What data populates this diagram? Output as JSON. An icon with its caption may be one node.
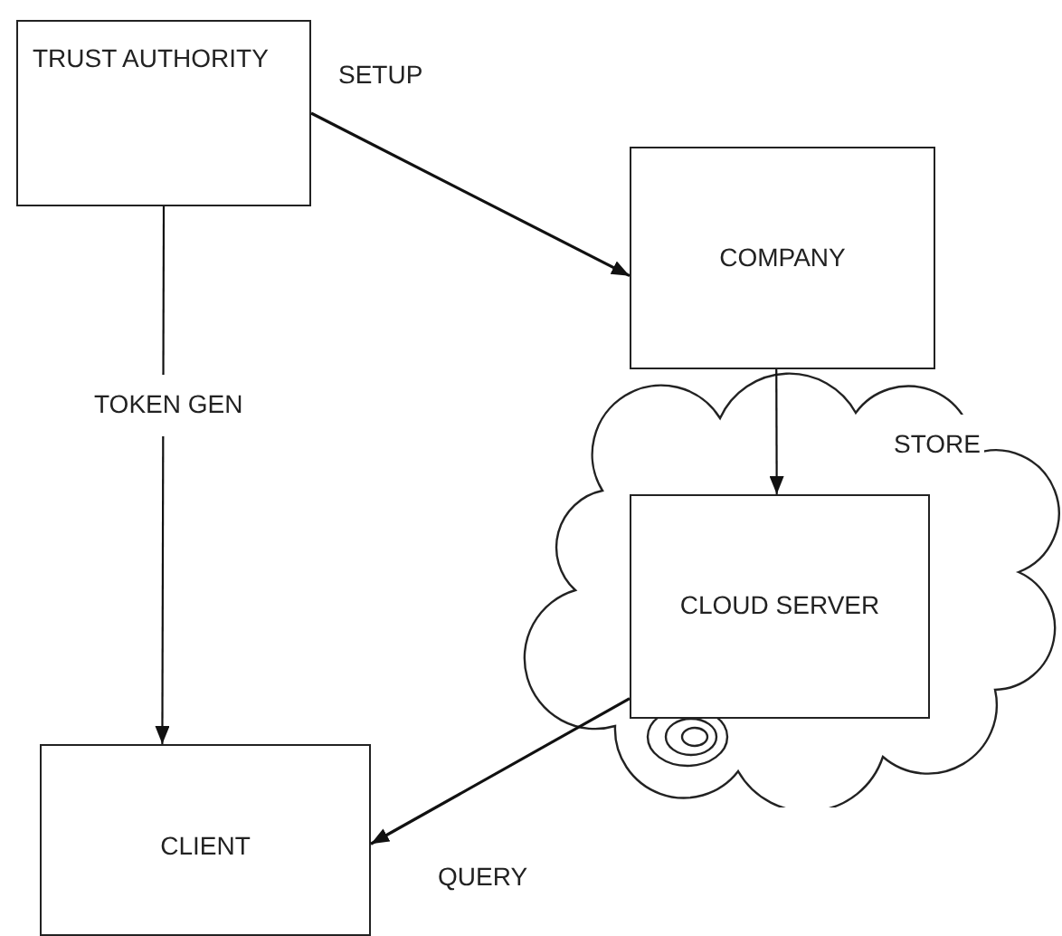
{
  "diagram": {
    "nodes": [
      {
        "text": [
          "TRUST AUTHORITY"
        ]
      },
      {
        "text": [
          "COMPANY"
        ]
      },
      {
        "text": [],
        "shape": "cloud"
      },
      {
        "text": [
          "CLOUD SERVER"
        ],
        "in": 2
      },
      {
        "text": [
          "CLIENT"
        ]
      }
    ],
    "edges": [
      {
        "from": 0,
        "to": 1,
        "arrow": "to",
        "label": "SETUP"
      },
      {
        "from": 0,
        "to": 4,
        "arrow": "to",
        "label": "TOKEN GEN"
      },
      {
        "from": 1,
        "to": 3,
        "arrow": "to",
        "label": "STORE"
      },
      {
        "from": 3,
        "to": 4,
        "arrow": "to",
        "label": "QUERY"
      }
    ]
  }
}
